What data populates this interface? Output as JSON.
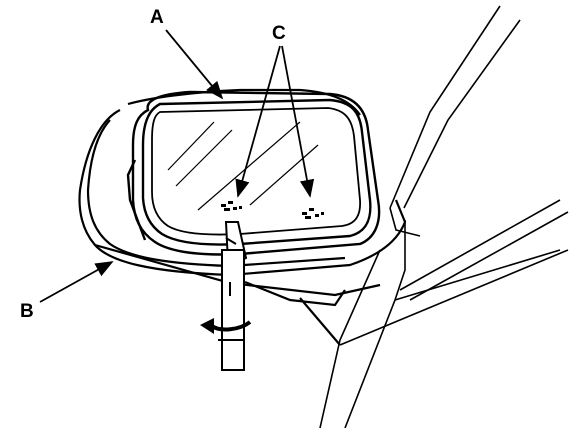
{
  "labels": {
    "a": "A",
    "b": "B",
    "c": "C"
  },
  "colors": {
    "line": "#000000",
    "background": "#ffffff"
  },
  "icons": {
    "rotate": "rotate-arrow-icon"
  }
}
